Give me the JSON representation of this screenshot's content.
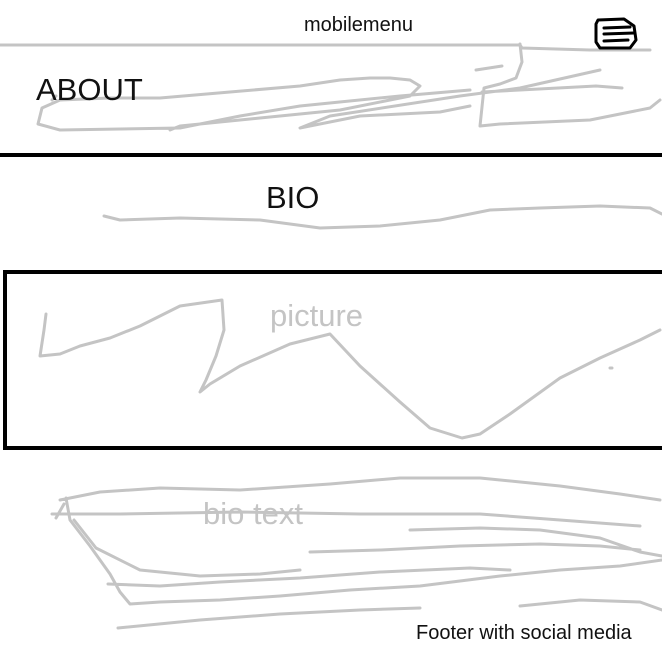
{
  "header": {
    "menu_label": "mobilemenu",
    "menu_icon": "hamburger-menu-icon"
  },
  "about": {
    "title": "ABOUT"
  },
  "bio": {
    "heading": "BIO"
  },
  "picture": {
    "label": "picture"
  },
  "bio_text": {
    "label": "bio text"
  },
  "footer": {
    "label": "Footer with social media"
  },
  "colors": {
    "ink": "#000000",
    "scribble": "#c4c4c4",
    "background": "#ffffff"
  }
}
